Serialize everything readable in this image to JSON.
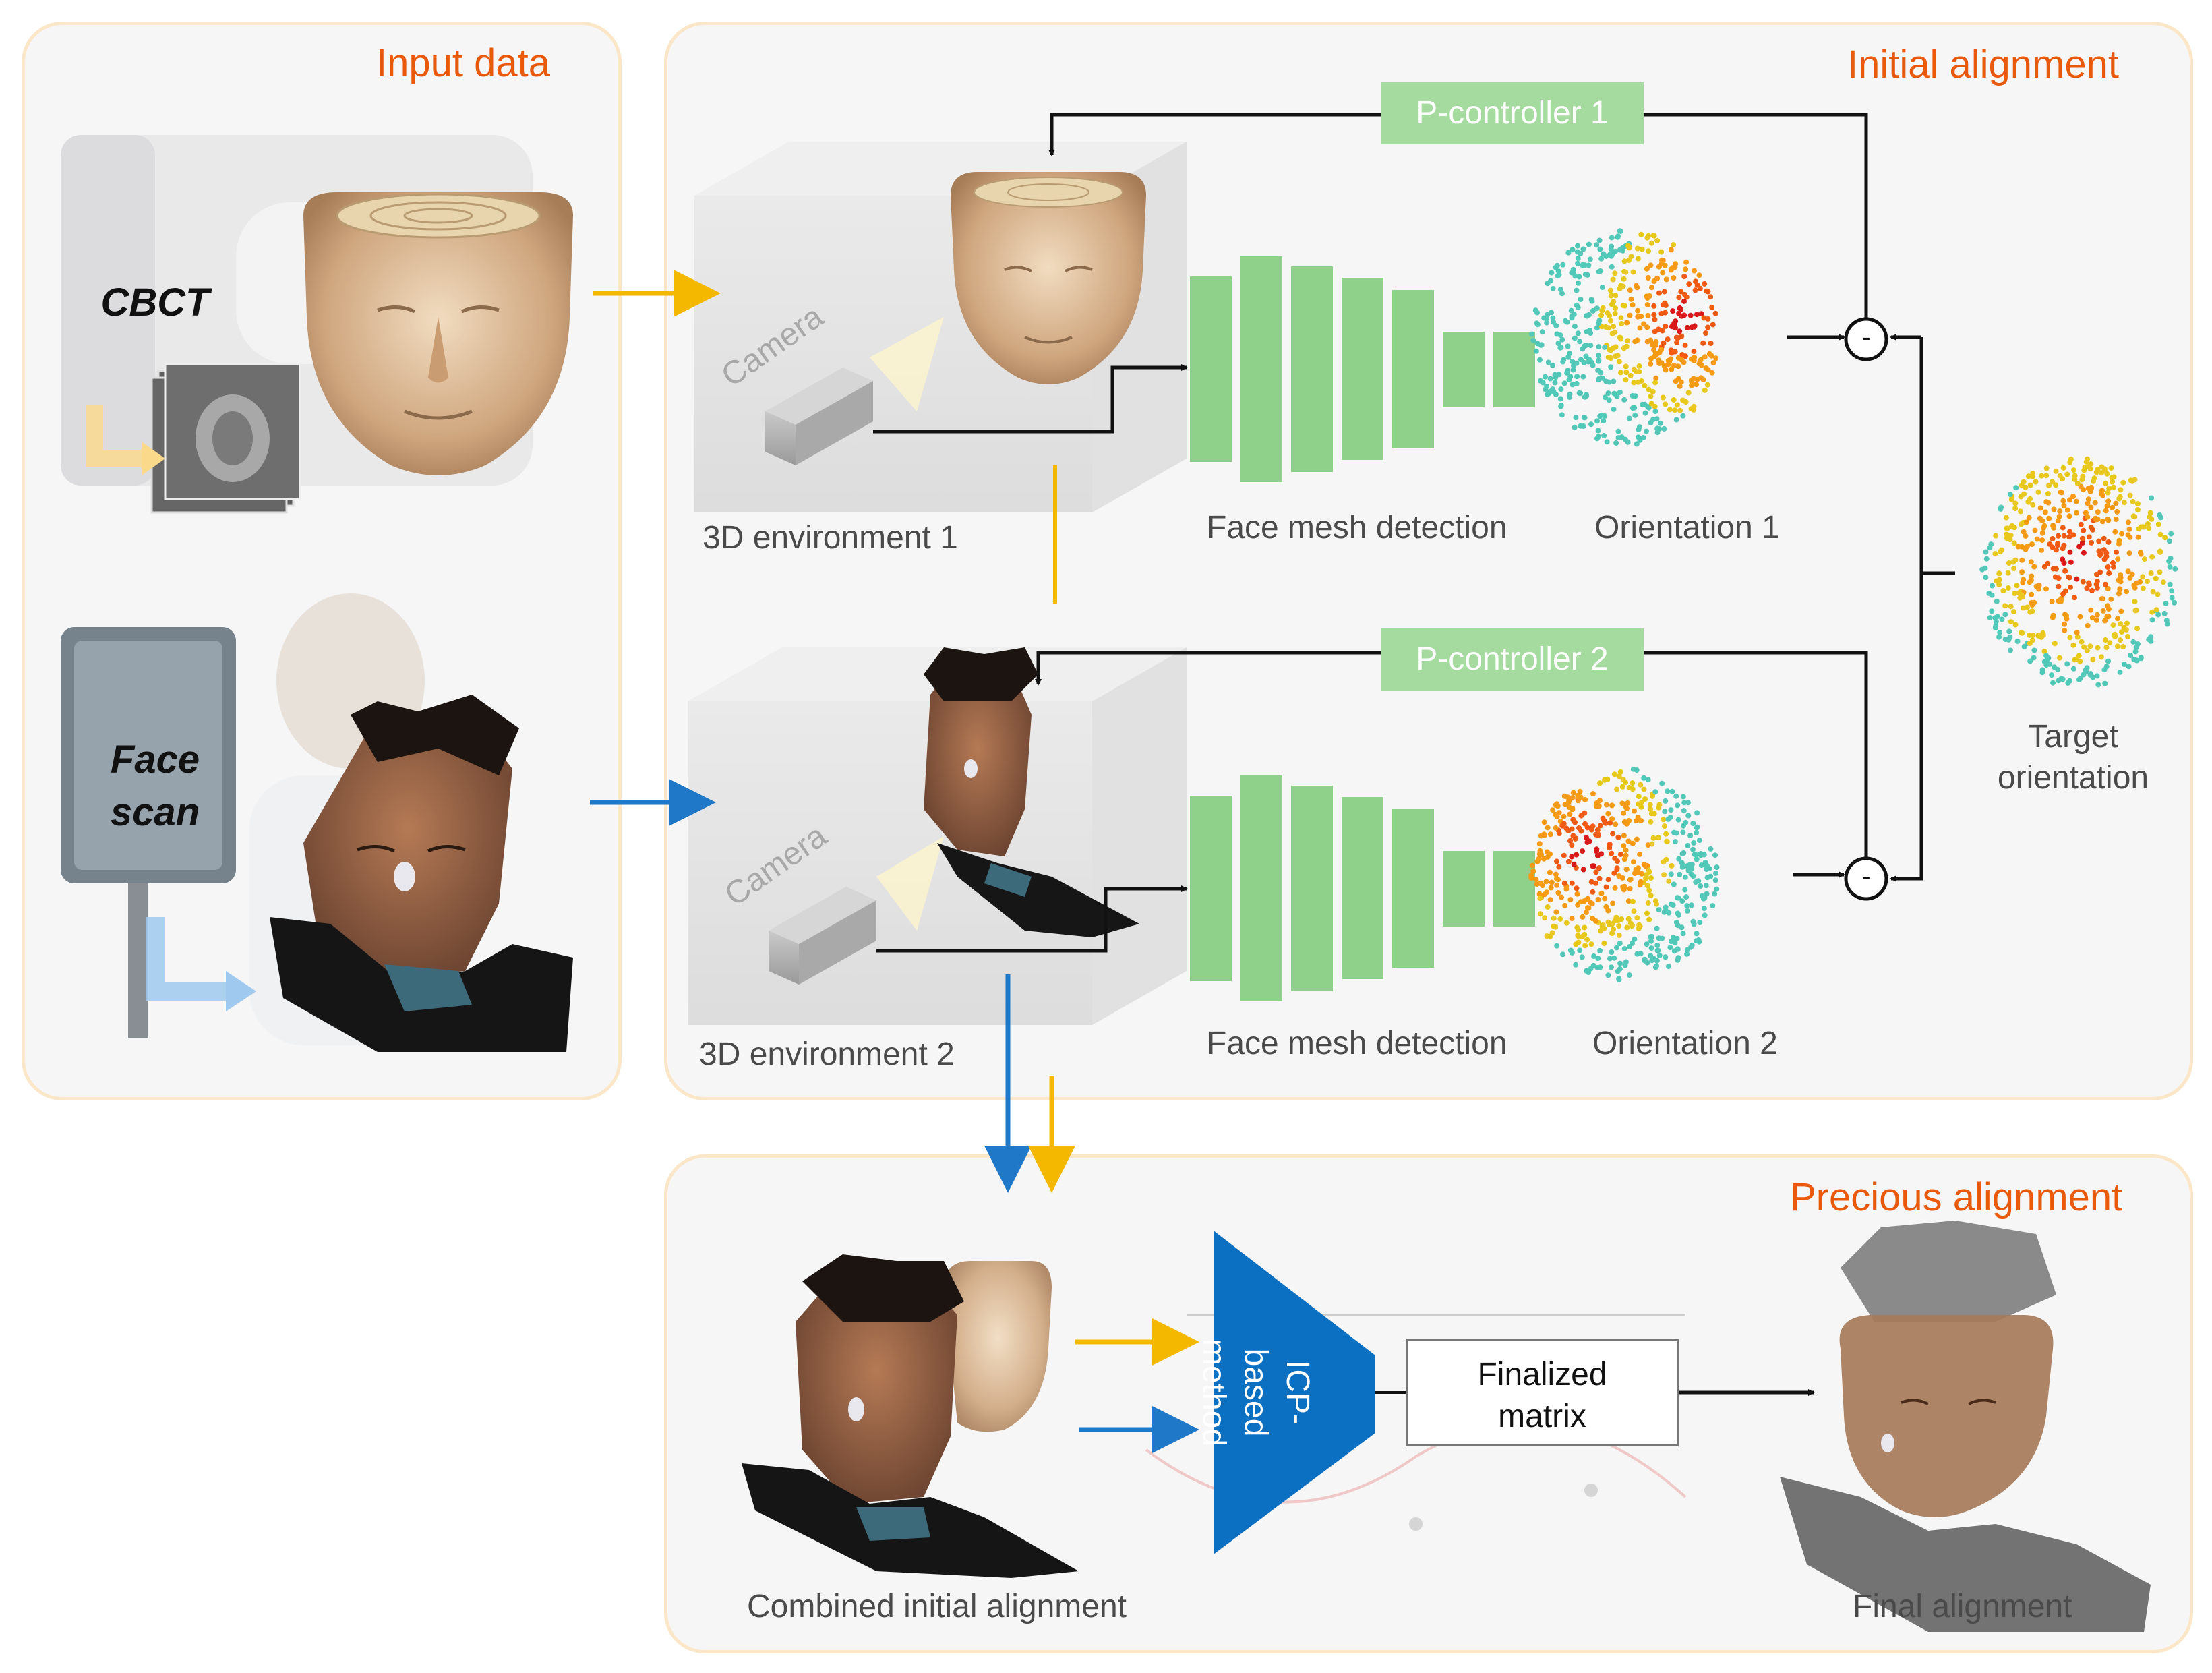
{
  "panels": {
    "input": {
      "title": "Input data"
    },
    "initial": {
      "title": "Initial alignment"
    },
    "precise": {
      "title": "Precious alignment"
    }
  },
  "input_labels": {
    "cbct": "CBCT",
    "face_scan_line1": "Face",
    "face_scan_line2": "scan"
  },
  "initial": {
    "camera_label": "Camera",
    "env1": "3D environment 1",
    "env2": "3D environment 2",
    "face_mesh_1": "Face mesh detection",
    "face_mesh_2": "Face mesh detection",
    "orientation_1": "Orientation 1",
    "orientation_2": "Orientation 2",
    "pcontroller_1": "P-controller 1",
    "pcontroller_2": "P-controller 2",
    "minus_symbol": "-",
    "target_line1": "Target",
    "target_line2": "orientation"
  },
  "precise": {
    "icp_line1": "ICP-",
    "icp_line2": "based",
    "icp_line3": "method",
    "matrix_line1": "Finalized",
    "matrix_line2": "matrix",
    "combined": "Combined initial alignment",
    "final": "Final alignment"
  },
  "colors": {
    "accent_orange": "#e8590c",
    "panel_border": "#fbe6c7",
    "yellow_arrow": "#f5b800",
    "blue_arrow": "#1f78c8",
    "cnn_green": "#8fd18a",
    "pcontroller_green": "#a6dba0",
    "icp_blue": "#0b6fc2"
  }
}
